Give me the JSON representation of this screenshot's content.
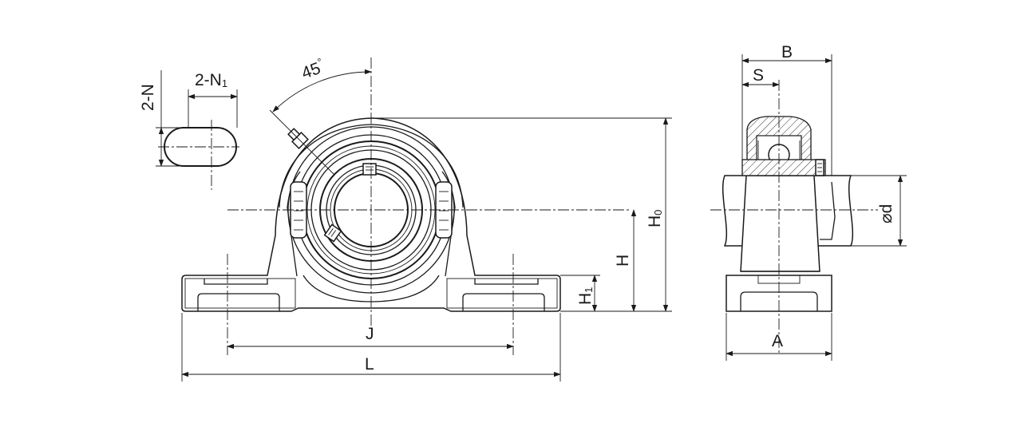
{
  "labels": {
    "angle": "45",
    "degree": "°",
    "slot_count": "2-N",
    "hole_count": "2-N",
    "hole_sub": "1",
    "J": "J",
    "L": "L",
    "H": "H",
    "H1": "H",
    "H1_sub": "1",
    "H0": "H",
    "H0_sub": "0",
    "B": "B",
    "S": "S",
    "A": "A",
    "d": "⌀d"
  }
}
